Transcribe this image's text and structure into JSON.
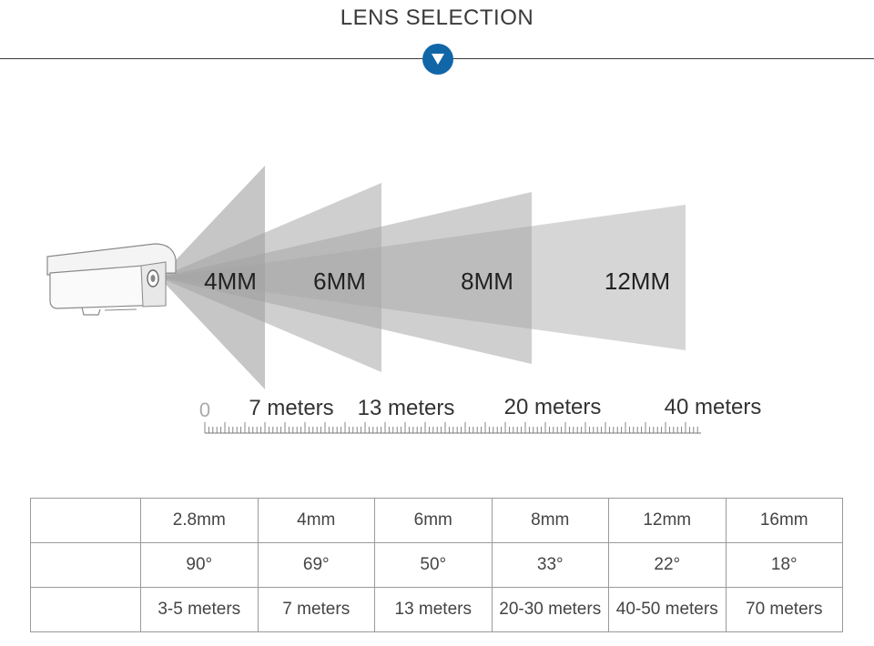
{
  "header": {
    "title": "LENS SELECTION",
    "badge_icon": "chevron-down-icon"
  },
  "diagram": {
    "beams": [
      {
        "label": "4MM"
      },
      {
        "label": "6MM"
      },
      {
        "label": "8MM"
      },
      {
        "label": "12MM"
      }
    ],
    "ruler": {
      "zero": "0",
      "labels": [
        "7 meters",
        "13 meters",
        "20 meters",
        "40 meters"
      ]
    }
  },
  "table": {
    "rows": [
      [
        "",
        "2.8mm",
        "4mm",
        "6mm",
        "8mm",
        "12mm",
        "16mm"
      ],
      [
        "",
        "90°",
        "69°",
        "50°",
        "33°",
        "22°",
        "18°"
      ],
      [
        "",
        "3-5 meters",
        "7 meters",
        "13 meters",
        "20-30 meters",
        "40-50 meters",
        "70 meters"
      ]
    ]
  }
}
